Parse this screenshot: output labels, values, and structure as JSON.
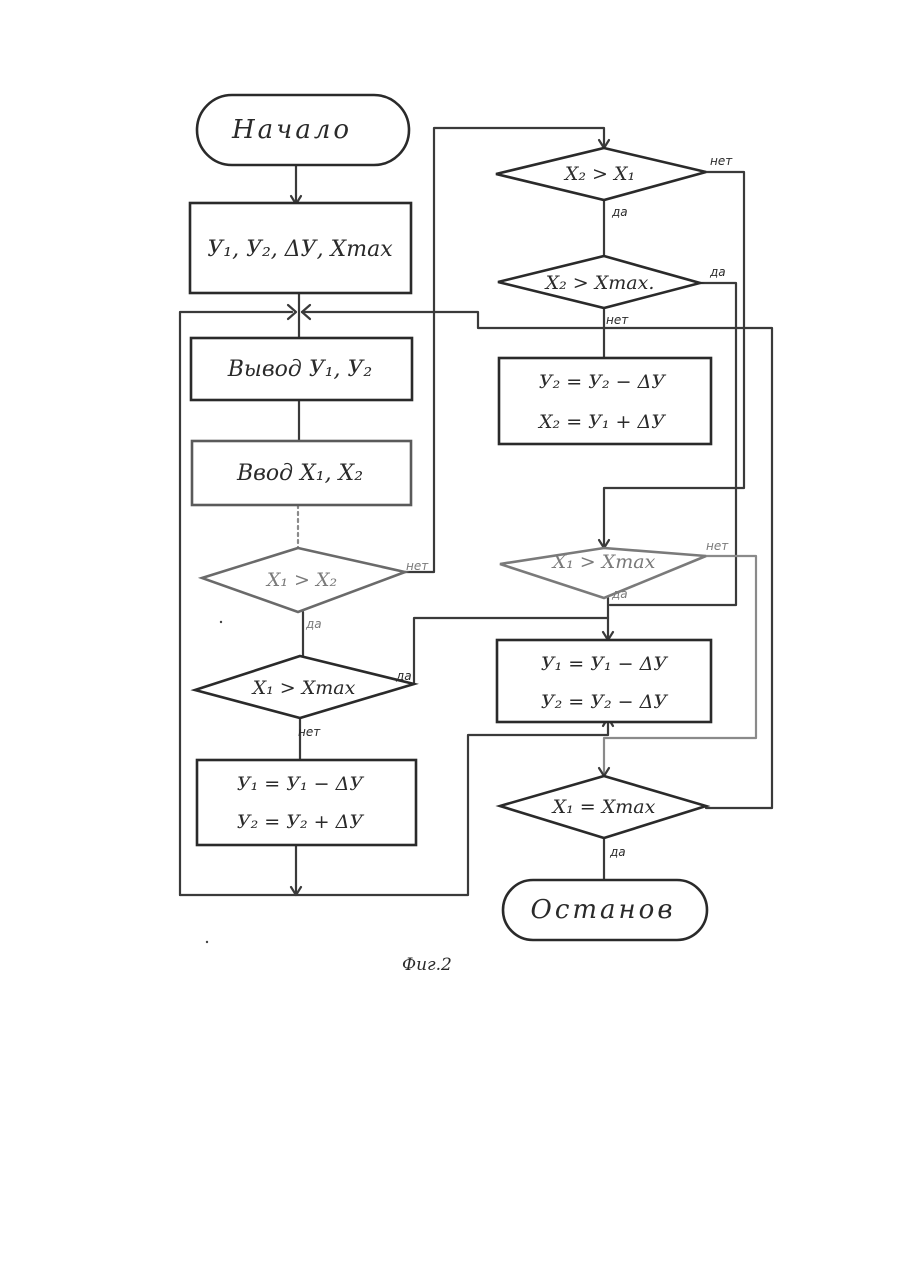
{
  "blocks": {
    "start": "Начало",
    "init": "У₁, У₂, ΔУ, Xmax",
    "output": "Вывод  У₁, У₂",
    "input": "Ввод  X₁, X₂",
    "d_x1_gt_x2": "X₁ > X₂",
    "d_x1_gt_xmax": "X₁ > Xmax",
    "calc_left_1": "У₁ = У₁ − ΔУ",
    "calc_left_2": "У₂ = У₂ + ΔУ",
    "d_x2_gt_x1": "X₂ > X₁",
    "d_x2_gt_xmax": "X₂ > Xmax.",
    "calc_right_1": "У₂ = У₂ − ΔУ",
    "calc_right_2": "X₂ = У₁ + ΔУ",
    "d_x1_gt_xmax_2": "X₁ > Xmax",
    "calc_mid_1": "У₁ = У₁ − ΔУ",
    "calc_mid_2": "У₂ = У₂ − ΔУ",
    "d_x1_eq_xmax": "X₁ = Xmax",
    "stop": "Останов"
  },
  "branch_labels": {
    "yes": "да",
    "no": "нет",
    "no_faded": "нет",
    "yes_faded": "да"
  },
  "caption": "Фиг.2"
}
